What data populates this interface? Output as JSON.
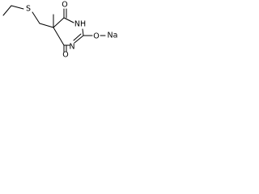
{
  "structure": {
    "atoms": {
      "sulfur": "S",
      "oxygen_top": "O",
      "nitrogen_h": "NH",
      "oxygen_sodium": "O",
      "sodium": "Na",
      "nitrogen": "N",
      "oxygen_bottom": "O"
    }
  }
}
